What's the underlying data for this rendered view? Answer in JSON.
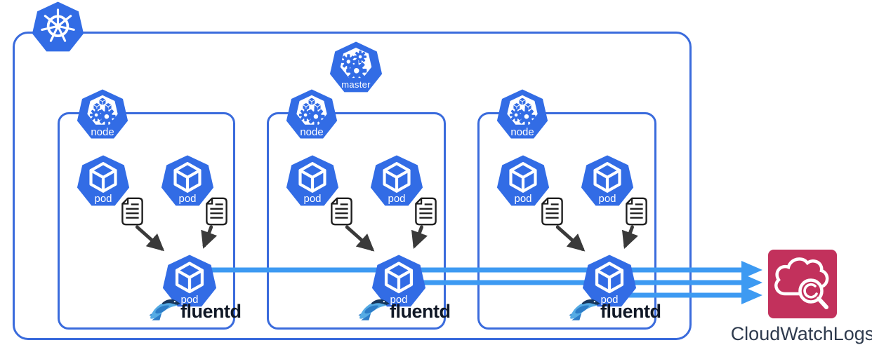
{
  "cluster": {
    "master": {
      "label": "master"
    },
    "nodes": [
      {
        "label": "node",
        "pods": [
          {
            "label": "pod"
          },
          {
            "label": "pod"
          }
        ],
        "fluentd": {
          "pod_label": "pod",
          "app_label": "fluentd"
        }
      },
      {
        "label": "node",
        "pods": [
          {
            "label": "pod"
          },
          {
            "label": "pod"
          }
        ],
        "fluentd": {
          "pod_label": "pod",
          "app_label": "fluentd"
        }
      },
      {
        "label": "node",
        "pods": [
          {
            "label": "pod"
          },
          {
            "label": "pod"
          }
        ],
        "fluentd": {
          "pod_label": "pod",
          "app_label": "fluentd"
        }
      }
    ]
  },
  "destination": {
    "label": "CloudWatchLogs"
  },
  "icons": {
    "kubernetes_logo": "heptagon-ship-wheel",
    "master": "heptagon-gears",
    "node": "heptagon-cubes-gears",
    "pod": "heptagon-cube",
    "log_file": "document-lines",
    "fluentd": "swallow-bird-logo",
    "cloudwatch": "cloud-with-magnifier"
  },
  "colors": {
    "kubernetes_blue": "#326CE5",
    "box_border_blue": "#3A6BDC",
    "flow_arrow_blue": "#3D9AF2",
    "log_arrow_dark": "#3A3A3A",
    "doc_outline": "#1F1F1F",
    "cloudwatch_pink": "#C2315C",
    "destination_text": "#2F3B4E",
    "fluentd_text": "#101826",
    "fluentd_bird_light": "#55ABE4",
    "fluentd_bird_mid": "#2C7CC7",
    "fluentd_bird_dark": "#16365C"
  }
}
